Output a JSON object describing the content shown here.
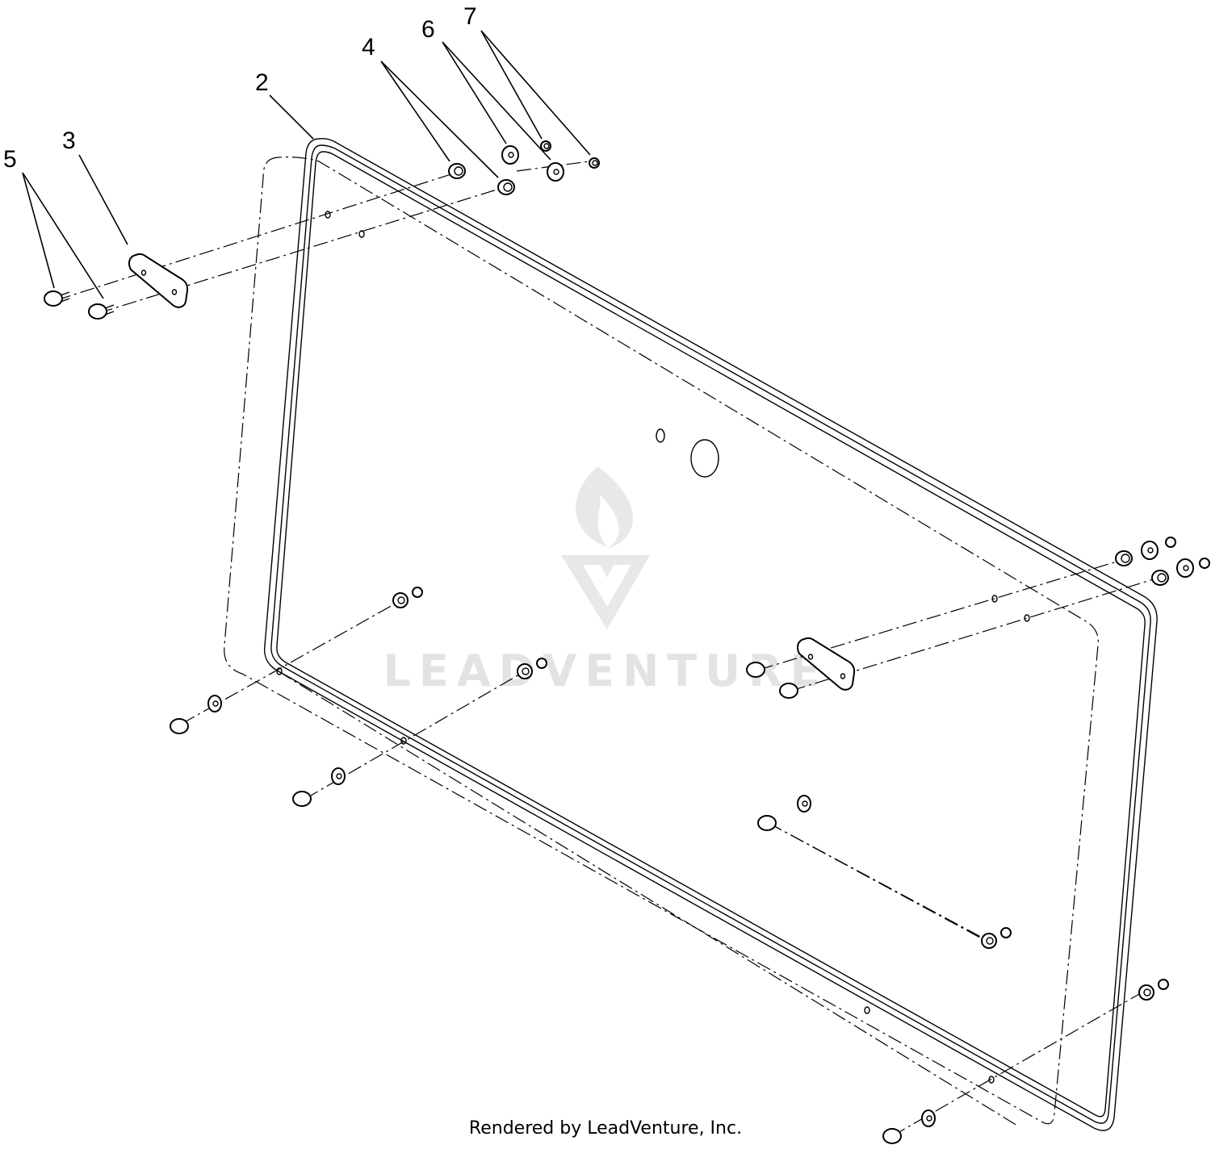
{
  "callouts": [
    {
      "id": "2",
      "label": "2"
    },
    {
      "id": "3",
      "label": "3"
    },
    {
      "id": "4",
      "label": "4"
    },
    {
      "id": "5",
      "label": "5"
    },
    {
      "id": "6",
      "label": "6"
    },
    {
      "id": "7",
      "label": "7"
    }
  ],
  "watermark": {
    "text": "LEADVENTURE"
  },
  "footer": {
    "text": "Rendered by LeadVenture, Inc."
  }
}
